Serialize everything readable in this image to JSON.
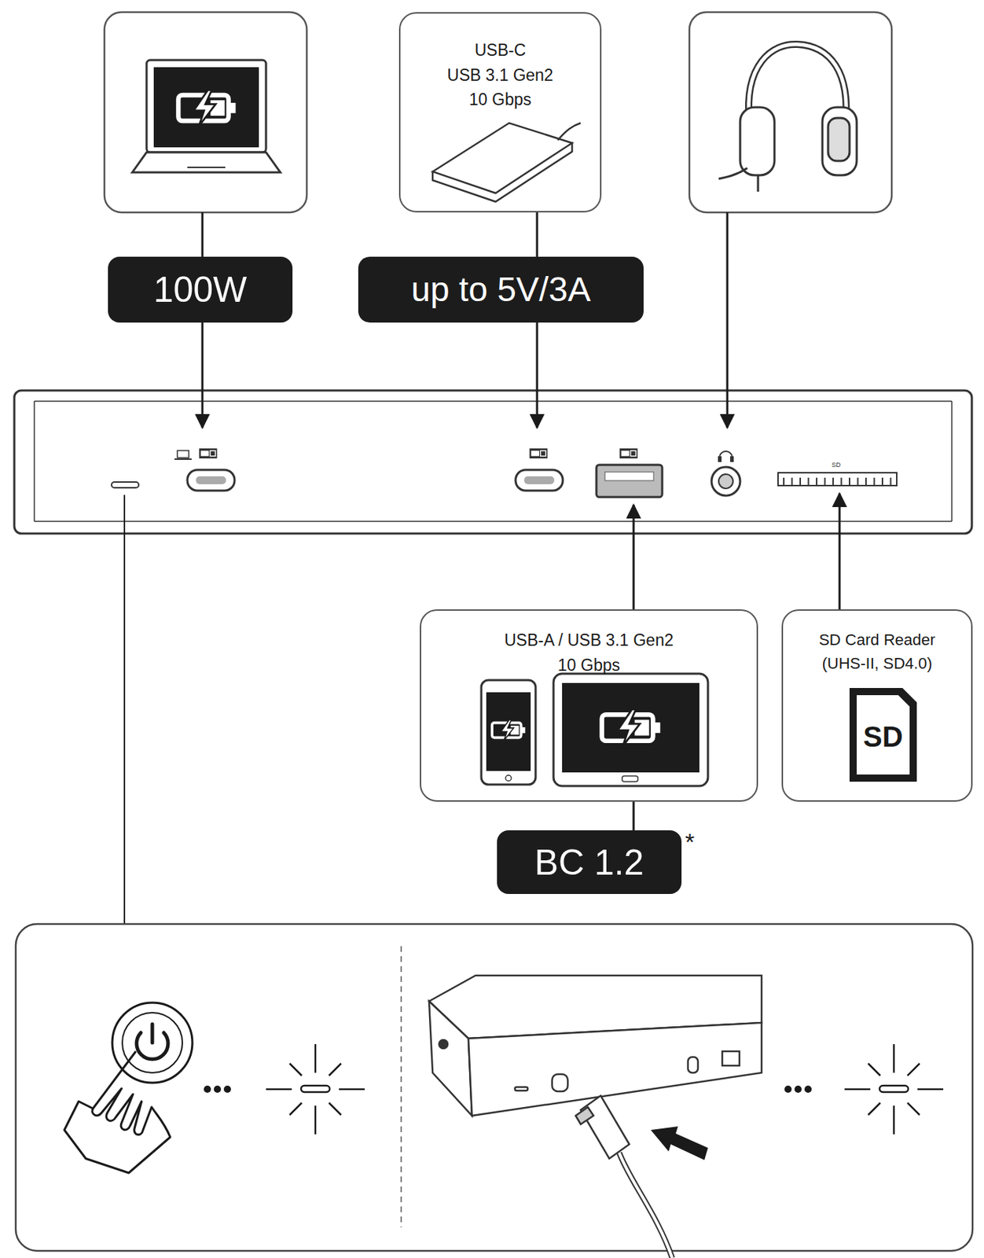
{
  "diagram": {
    "nodes": [
      {
        "text": [
          "USB-C",
          "USB 3.1 Gen2",
          "10 Gbps"
        ]
      },
      {
        "text": [
          "100W"
        ]
      },
      {
        "text": [
          "up to 5V/3A"
        ]
      },
      {
        "text": [
          "USB-A / USB 3.1 Gen2",
          "10 Gbps"
        ]
      },
      {
        "text": [
          "SD Card Reader",
          "(UHS-II, SD4.0)"
        ]
      },
      {
        "text": [
          "BC 1.2"
        ]
      }
    ],
    "edges": [
      {
        "from": 0,
        "to": 2,
        "arrow": "none"
      },
      {
        "from": 3,
        "to": 5,
        "arrow": "none"
      }
    ],
    "labels": [
      "*",
      "SD",
      "SD"
    ]
  }
}
